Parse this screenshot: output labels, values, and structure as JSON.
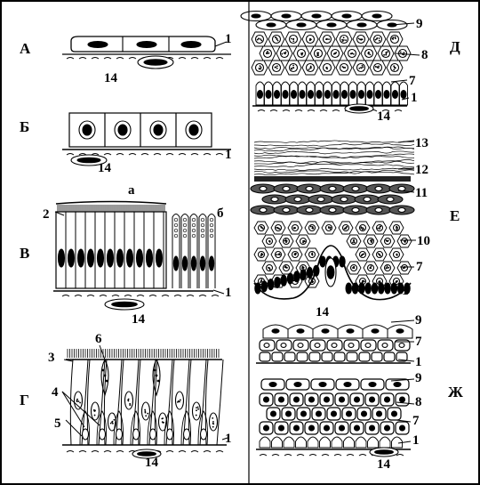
{
  "panels": {
    "A": "А",
    "B": "Б",
    "V": "В",
    "G": "Г",
    "D": "Д",
    "E": "Е",
    "ZH": "Ж"
  },
  "labels": {
    "n1": "1",
    "n2": "2",
    "n3": "3",
    "n4": "4",
    "n5": "5",
    "n6": "6",
    "n7": "7",
    "n8": "8",
    "n9": "9",
    "n10": "10",
    "n11": "11",
    "n12": "12",
    "n13": "13",
    "n14": "14",
    "a": "а",
    "b": "б"
  }
}
